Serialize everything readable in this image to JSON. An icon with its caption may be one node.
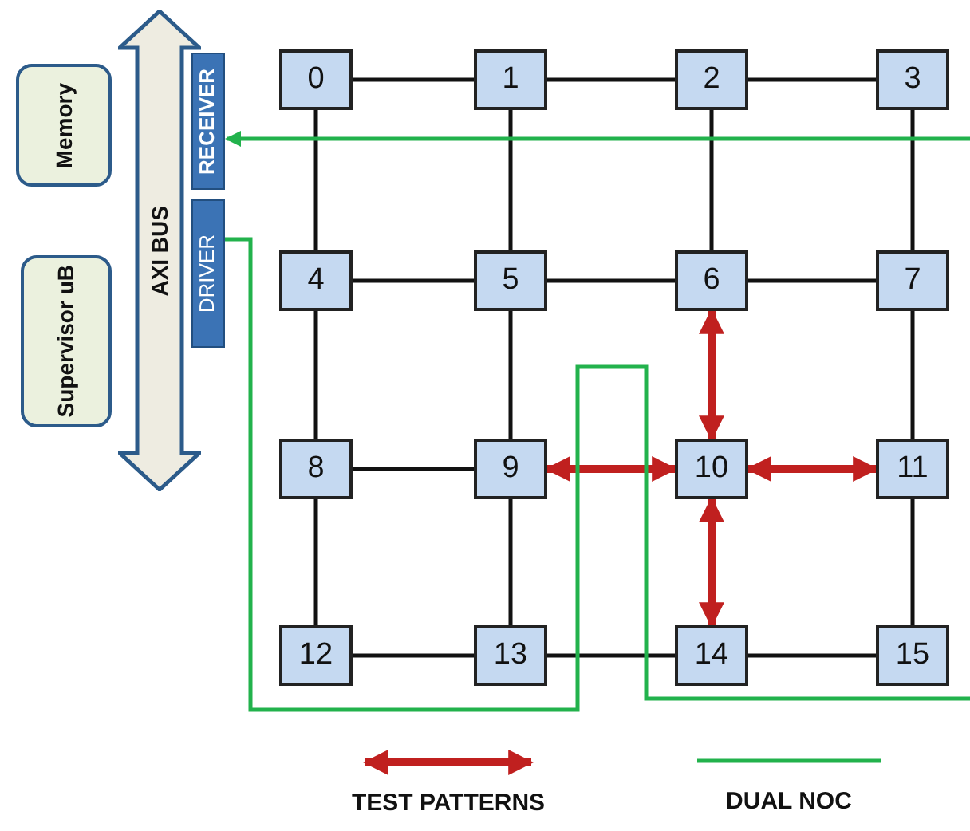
{
  "diagram": {
    "nodes": [
      {
        "text": [
          "Memory"
        ]
      },
      {
        "text": [
          "Supervisor uB"
        ]
      },
      {
        "text": [
          "AXI BUS"
        ]
      },
      {
        "text": [
          "RECEIVER"
        ]
      },
      {
        "text": [
          "DRIVER"
        ]
      },
      {
        "text": [
          "0"
        ]
      },
      {
        "text": [
          "1"
        ]
      },
      {
        "text": [
          "2"
        ]
      },
      {
        "text": [
          "3"
        ]
      },
      {
        "text": [
          "4"
        ]
      },
      {
        "text": [
          "5"
        ]
      },
      {
        "text": [
          "6"
        ]
      },
      {
        "text": [
          "7"
        ]
      },
      {
        "text": [
          "8"
        ]
      },
      {
        "text": [
          "9"
        ]
      },
      {
        "text": [
          "10"
        ]
      },
      {
        "text": [
          "11"
        ]
      },
      {
        "text": [
          "12"
        ]
      },
      {
        "text": [
          "13"
        ]
      },
      {
        "text": [
          "14"
        ]
      },
      {
        "text": [
          "15"
        ]
      }
    ],
    "edges": [
      {
        "from": 5,
        "to": 6,
        "arrow": "none"
      },
      {
        "from": 6,
        "to": 7,
        "arrow": "none"
      },
      {
        "from": 7,
        "to": 8,
        "arrow": "none"
      },
      {
        "from": 9,
        "to": 10,
        "arrow": "none"
      },
      {
        "from": 10,
        "to": 11,
        "arrow": "none"
      },
      {
        "from": 11,
        "to": 12,
        "arrow": "none"
      },
      {
        "from": 13,
        "to": 14,
        "arrow": "none"
      },
      {
        "from": 17,
        "to": 18,
        "arrow": "none"
      },
      {
        "from": 18,
        "to": 19,
        "arrow": "none"
      },
      {
        "from": 19,
        "to": 20,
        "arrow": "none"
      },
      {
        "from": 5,
        "to": 9,
        "arrow": "none"
      },
      {
        "from": 9,
        "to": 13,
        "arrow": "none"
      },
      {
        "from": 13,
        "to": 17,
        "arrow": "none"
      },
      {
        "from": 6,
        "to": 10,
        "arrow": "none"
      },
      {
        "from": 10,
        "to": 14,
        "arrow": "none"
      },
      {
        "from": 14,
        "to": 18,
        "arrow": "none"
      },
      {
        "from": 7,
        "to": 11,
        "arrow": "none"
      },
      {
        "from": 8,
        "to": 12,
        "arrow": "none"
      },
      {
        "from": 12,
        "to": 16,
        "arrow": "none"
      },
      {
        "from": 16,
        "to": 20,
        "arrow": "none"
      },
      {
        "from": 11,
        "to": 15,
        "arrow": "both",
        "style": "thick",
        "color": "#c0201f"
      },
      {
        "from": 14,
        "to": 15,
        "arrow": "both",
        "style": "thick",
        "color": "#c0201f"
      },
      {
        "from": 15,
        "to": 16,
        "arrow": "both",
        "style": "thick",
        "color": "#c0201f"
      },
      {
        "from": 15,
        "to": 19,
        "arrow": "both",
        "style": "thick",
        "color": "#c0201f"
      },
      {
        "from": null,
        "to": 3,
        "arrow": "to",
        "color": "#22b24c"
      },
      {
        "from": 4,
        "to": null,
        "arrow": "none",
        "color": "#22b24c"
      }
    ],
    "legend": [
      {
        "text": "TEST PATTERNS"
      },
      {
        "text": "DUAL NOC"
      }
    ]
  }
}
